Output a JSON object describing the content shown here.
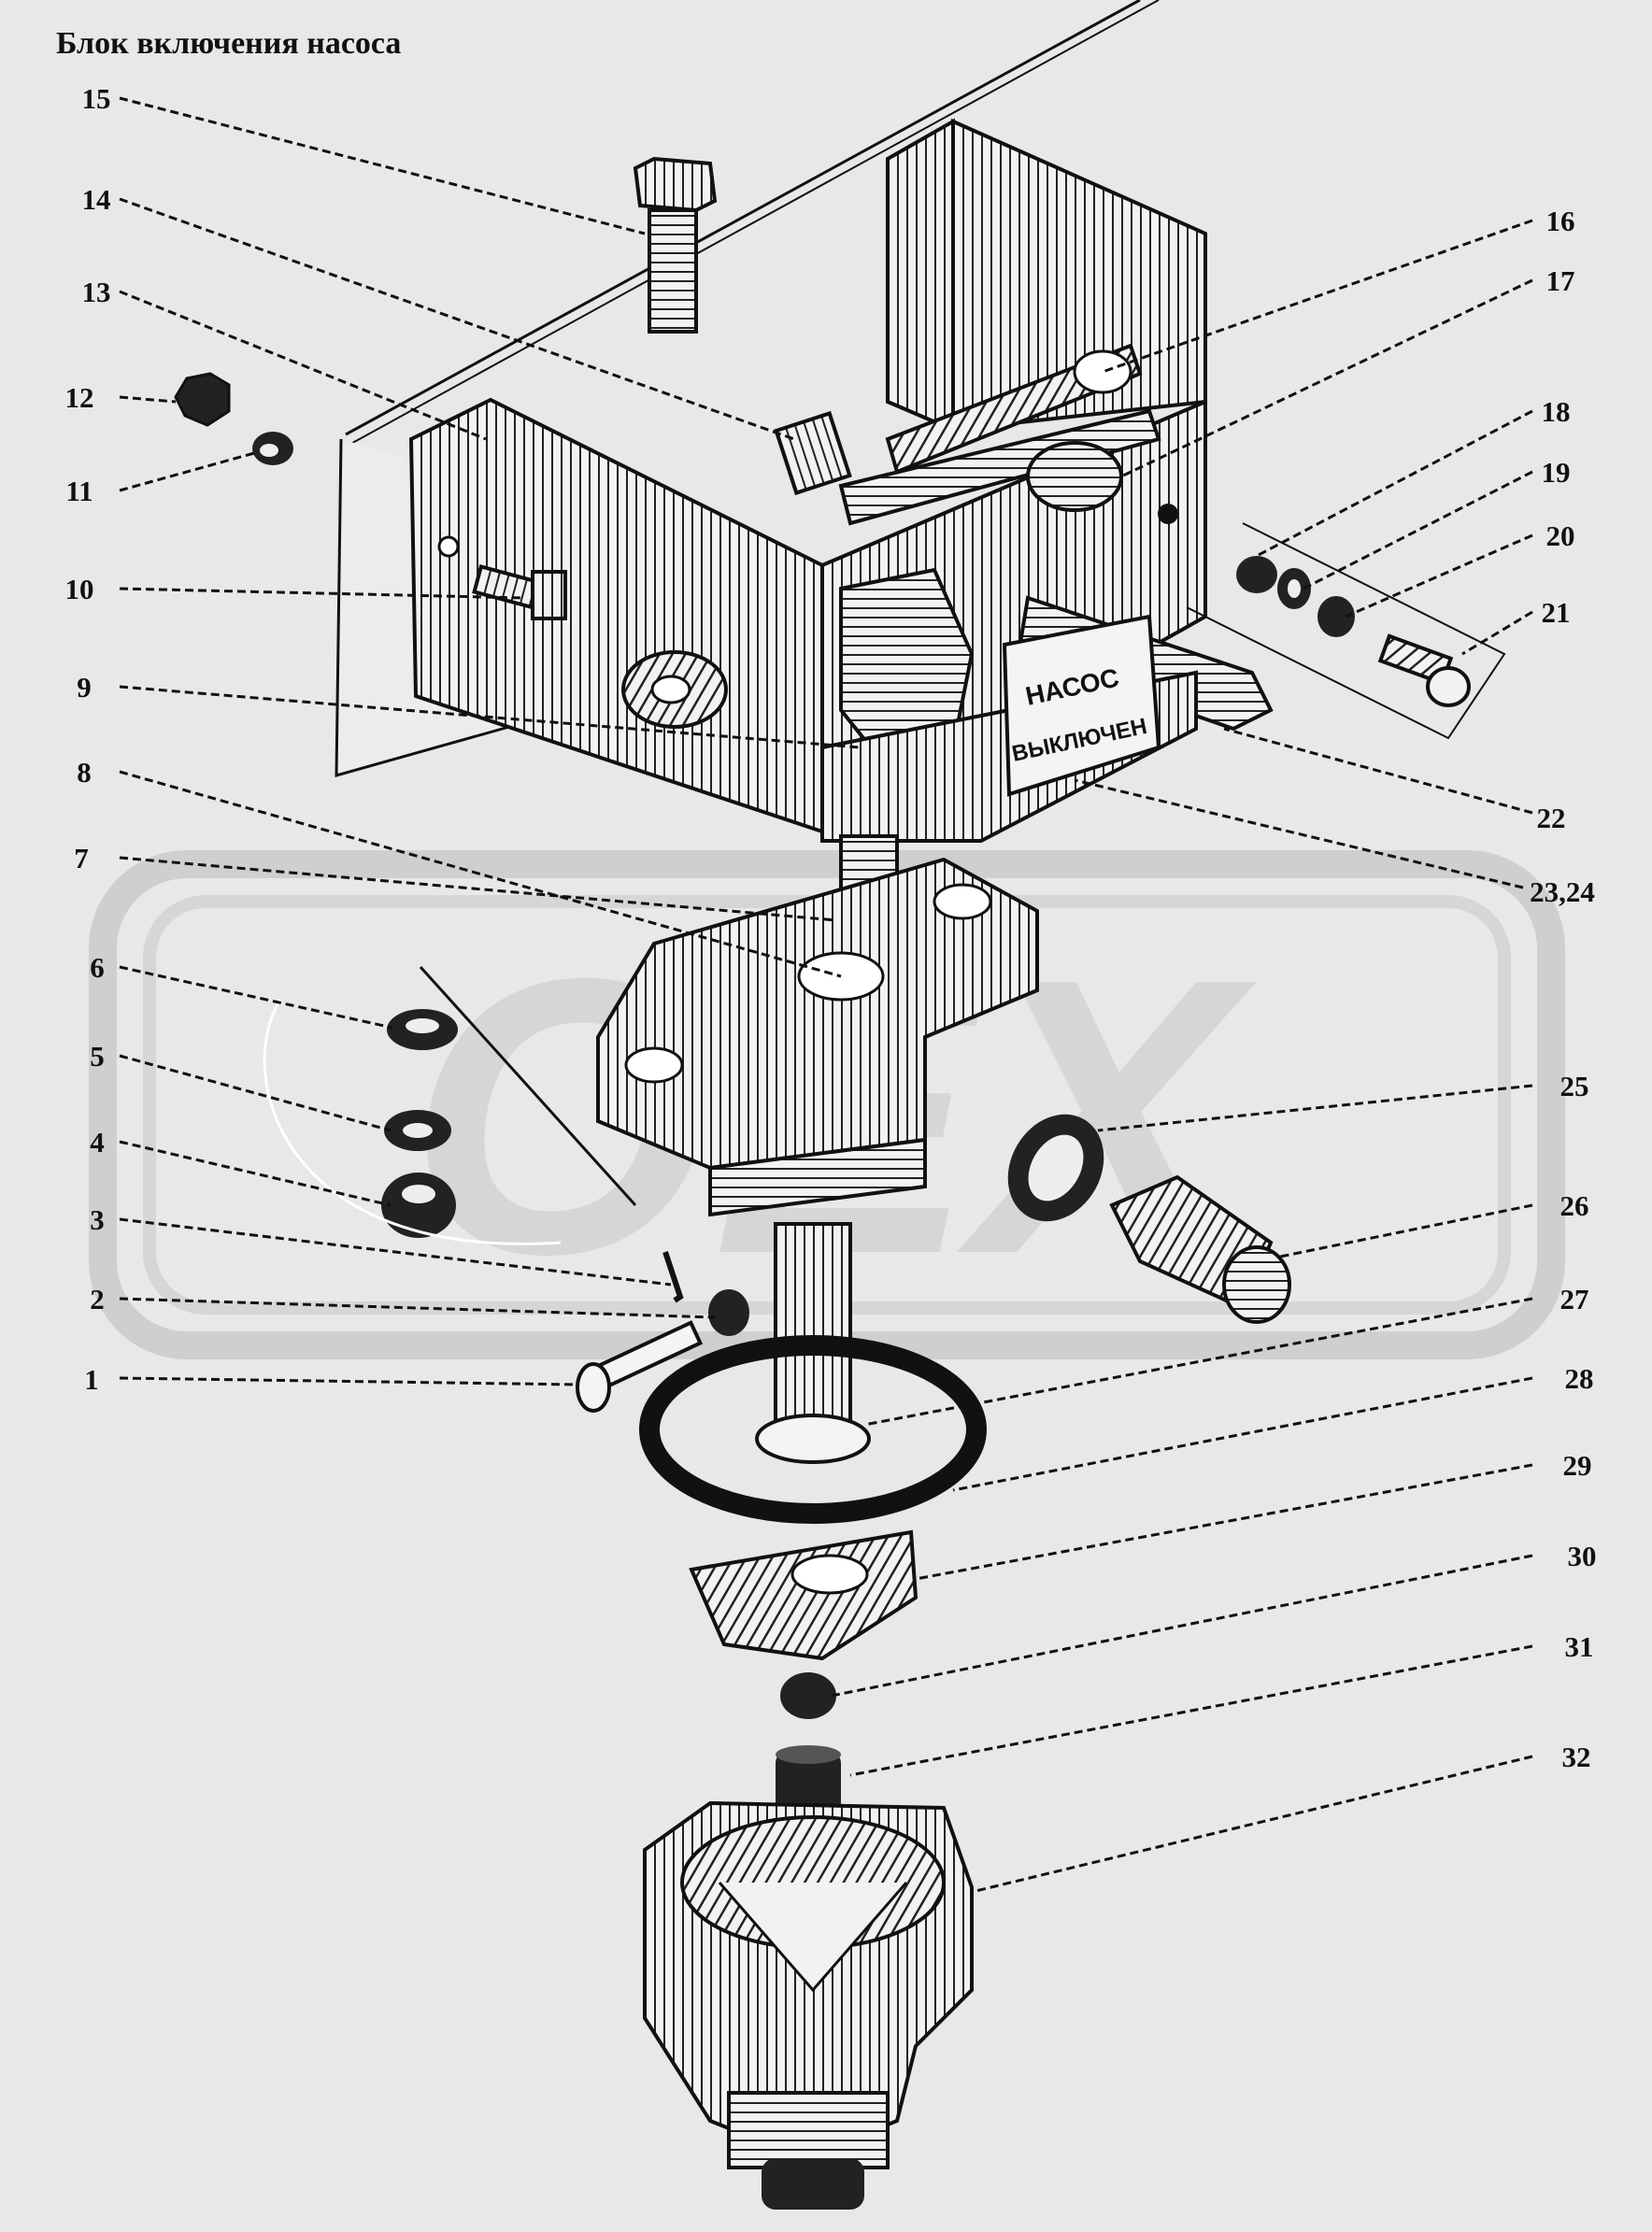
{
  "page": {
    "title": "Блок включения насоса"
  },
  "plate_text": {
    "line1": "НАСОС",
    "line2": "ВЫКЛЮЧЕН"
  },
  "watermark": {
    "text": "ОЕХ",
    "color": "#d2d2d2"
  },
  "callouts": [
    {
      "label": "1"
    },
    {
      "label": "2"
    },
    {
      "label": "3"
    },
    {
      "label": "4"
    },
    {
      "label": "5"
    },
    {
      "label": "6"
    },
    {
      "label": "7"
    },
    {
      "label": "8"
    },
    {
      "label": "9"
    },
    {
      "label": "10"
    },
    {
      "label": "11"
    },
    {
      "label": "12"
    },
    {
      "label": "13"
    },
    {
      "label": "14"
    },
    {
      "label": "15"
    },
    {
      "label": "16"
    },
    {
      "label": "17"
    },
    {
      "label": "18"
    },
    {
      "label": "19"
    },
    {
      "label": "20"
    },
    {
      "label": "21"
    },
    {
      "label": "22"
    },
    {
      "label": "23,24"
    },
    {
      "label": "25"
    },
    {
      "label": "26"
    },
    {
      "label": "27"
    },
    {
      "label": "28"
    },
    {
      "label": "29"
    },
    {
      "label": "30"
    },
    {
      "label": "31"
    },
    {
      "label": "32"
    }
  ]
}
